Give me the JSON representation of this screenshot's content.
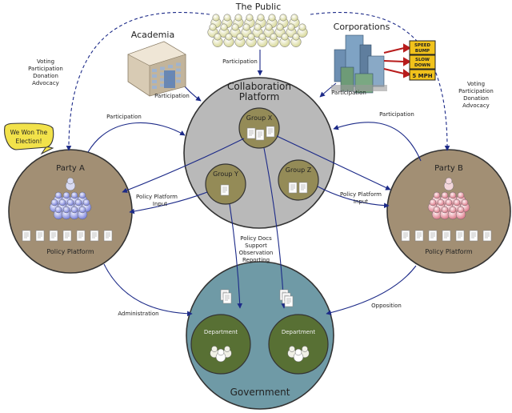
{
  "nodes": {
    "public": {
      "title": "The Public"
    },
    "academia": {
      "title": "Academia"
    },
    "corporations": {
      "title": "Corporations"
    },
    "collab": {
      "title_line1": "Collaboration",
      "title_line2": "Platform"
    },
    "group_x": {
      "title": "Group X"
    },
    "group_y": {
      "title": "Group Y"
    },
    "group_z": {
      "title": "Group Z"
    },
    "party_a": {
      "title": "Party A",
      "platform": "Policy Platform"
    },
    "party_b": {
      "title": "Party B",
      "platform": "Policy Platform"
    },
    "government": {
      "title": "Government"
    },
    "dept_left": {
      "title": "Department"
    },
    "dept_right": {
      "title": "Department"
    }
  },
  "speech_bubble": {
    "line1": "We Won The",
    "line2": "Election!"
  },
  "signs": {
    "s1_line1": "SPEED",
    "s1_line2": "BUMP",
    "s2_line1": "SLOW",
    "s2_line2": "DOWN",
    "s3": "5 MPH"
  },
  "edges": {
    "public_to_collab": "Participation",
    "academia_to_collab": "Participation",
    "corps_to_collab": "Participation",
    "party_a_to_collab": "Participation",
    "party_b_to_collab": "Participation",
    "collab_to_party_a": {
      "line1": "Policy Platform",
      "line2": "Input"
    },
    "collab_to_party_b": {
      "line1": "Policy Platform",
      "line2": "Input"
    },
    "public_to_party_a": {
      "line1": "Voting",
      "line2": "Participation",
      "line3": "Donation",
      "line4": "Advocacy"
    },
    "public_to_party_b": {
      "line1": "Voting",
      "line2": "Participation",
      "line3": "Donation",
      "line4": "Advocacy"
    },
    "groups_to_gov": {
      "line1": "Policy Docs",
      "line2": "Support",
      "line3": "Observation",
      "line4": "Reporting"
    },
    "party_a_to_gov": "Administration",
    "party_b_to_gov": "Opposition"
  },
  "colors": {
    "collab_fill": "#b9b9b9",
    "group_fill": "#948b57",
    "party_a_fill": "#a28f74",
    "party_b_fill": "#a28f74",
    "government_fill": "#6f9aa6",
    "dept_fill": "#587034",
    "arrow": "#1c2a88",
    "party_a_people": "#7f86e0",
    "party_b_people": "#e88d99",
    "bubble_fill": "#f2e24a"
  }
}
